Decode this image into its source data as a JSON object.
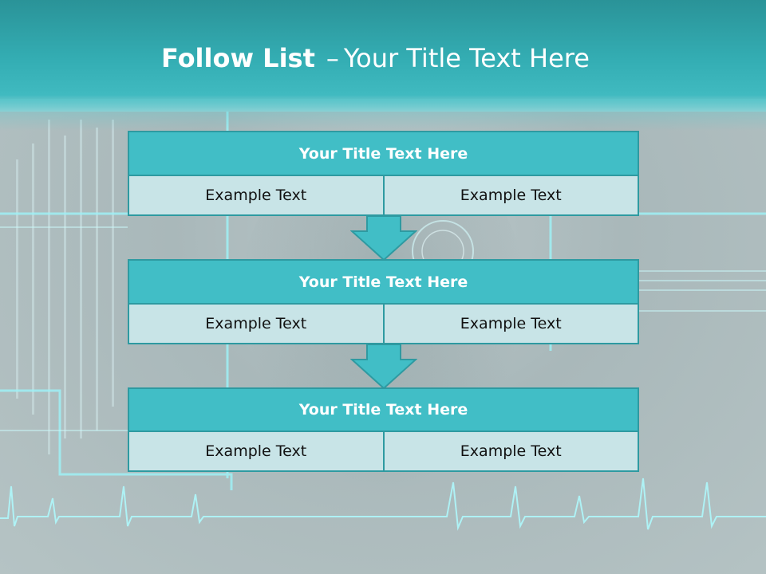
{
  "header": {
    "title_bold": "Follow List",
    "title_dash": "–",
    "title_rest": "Your Title Text Here"
  },
  "blocks": [
    {
      "title": "Your Title Text Here",
      "left": "Example Text",
      "right": "Example Text"
    },
    {
      "title": "Your Title Text Here",
      "left": "Example Text",
      "right": "Example Text"
    },
    {
      "title": "Your Title Text Here",
      "left": "Example Text",
      "right": "Example Text"
    }
  ],
  "colors": {
    "header": "#34aeb4",
    "block_title": "#41bec6",
    "block_cell": "#c8e4e7",
    "border": "#2e9aa1"
  }
}
